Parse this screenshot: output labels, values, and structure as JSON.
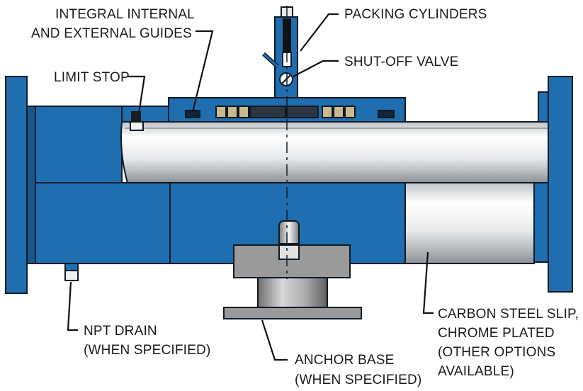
{
  "labels": {
    "integral_guides": [
      "INTEGRAL INTERNAL",
      "AND EXTERNAL GUIDES"
    ],
    "packing_cylinders": "PACKING CYLINDERS",
    "shut_off_valve": "SHUT-OFF VALVE",
    "limit_stop": "LIMIT STOP",
    "npt_drain": [
      "NPT DRAIN",
      "(WHEN SPECIFIED)"
    ],
    "anchor_base": [
      "ANCHOR BASE",
      "(WHEN SPECIFIED)"
    ],
    "carbon_steel_slip": [
      "CARBON STEEL SLIP,",
      "CHROME PLATED",
      "(OTHER OPTIONS",
      "AVAILABLE)"
    ]
  },
  "colors": {
    "body_blue": "#1f6fb0",
    "body_blue_dark": "#16568c",
    "slip_steel": "#e4e6e8",
    "anchor_gray": "#9a9a9a",
    "packing_tan": "#cbb98d",
    "outline": "#0d1a26"
  }
}
